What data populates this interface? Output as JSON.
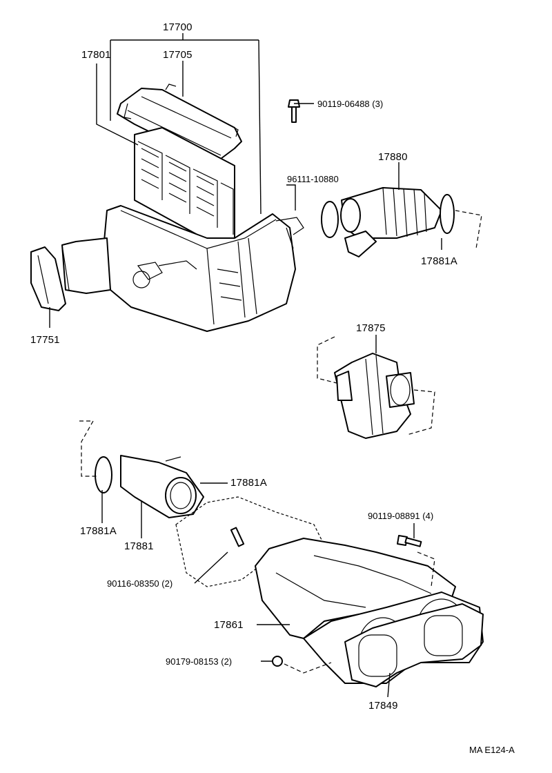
{
  "labels": {
    "p17700": "17700",
    "p17801": "17801",
    "p17705": "17705",
    "p90119_06488": "90119-06488 (3)",
    "p17880": "17880",
    "p96111": "96111-10880",
    "p17881a_top": "17881A",
    "p17751": "17751",
    "p17875": "17875",
    "p17881a_mid": "17881A",
    "p17881a_left": "17881A",
    "p17881": "17881",
    "p90119_08891": "90119-08891 (4)",
    "p90116": "90116-08350 (2)",
    "p17861": "17861",
    "p90179": "90179-08153 (2)",
    "p17849": "17849",
    "footer": "MA E124-A"
  }
}
